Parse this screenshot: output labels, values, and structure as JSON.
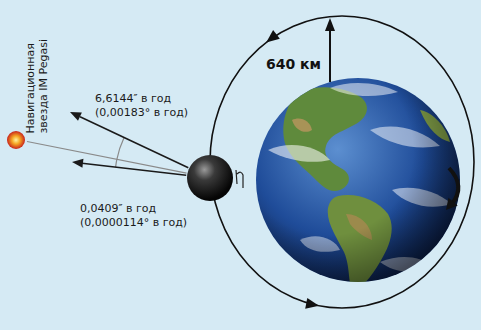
{
  "diagram": {
    "labels": [
      "Навигационная звезда IM Pegasi",
      "6,6144″ в год",
      "(0,00183° в год)",
      "0,0409″ в год",
      "(0,0000114° в год)",
      "640 км"
    ]
  }
}
